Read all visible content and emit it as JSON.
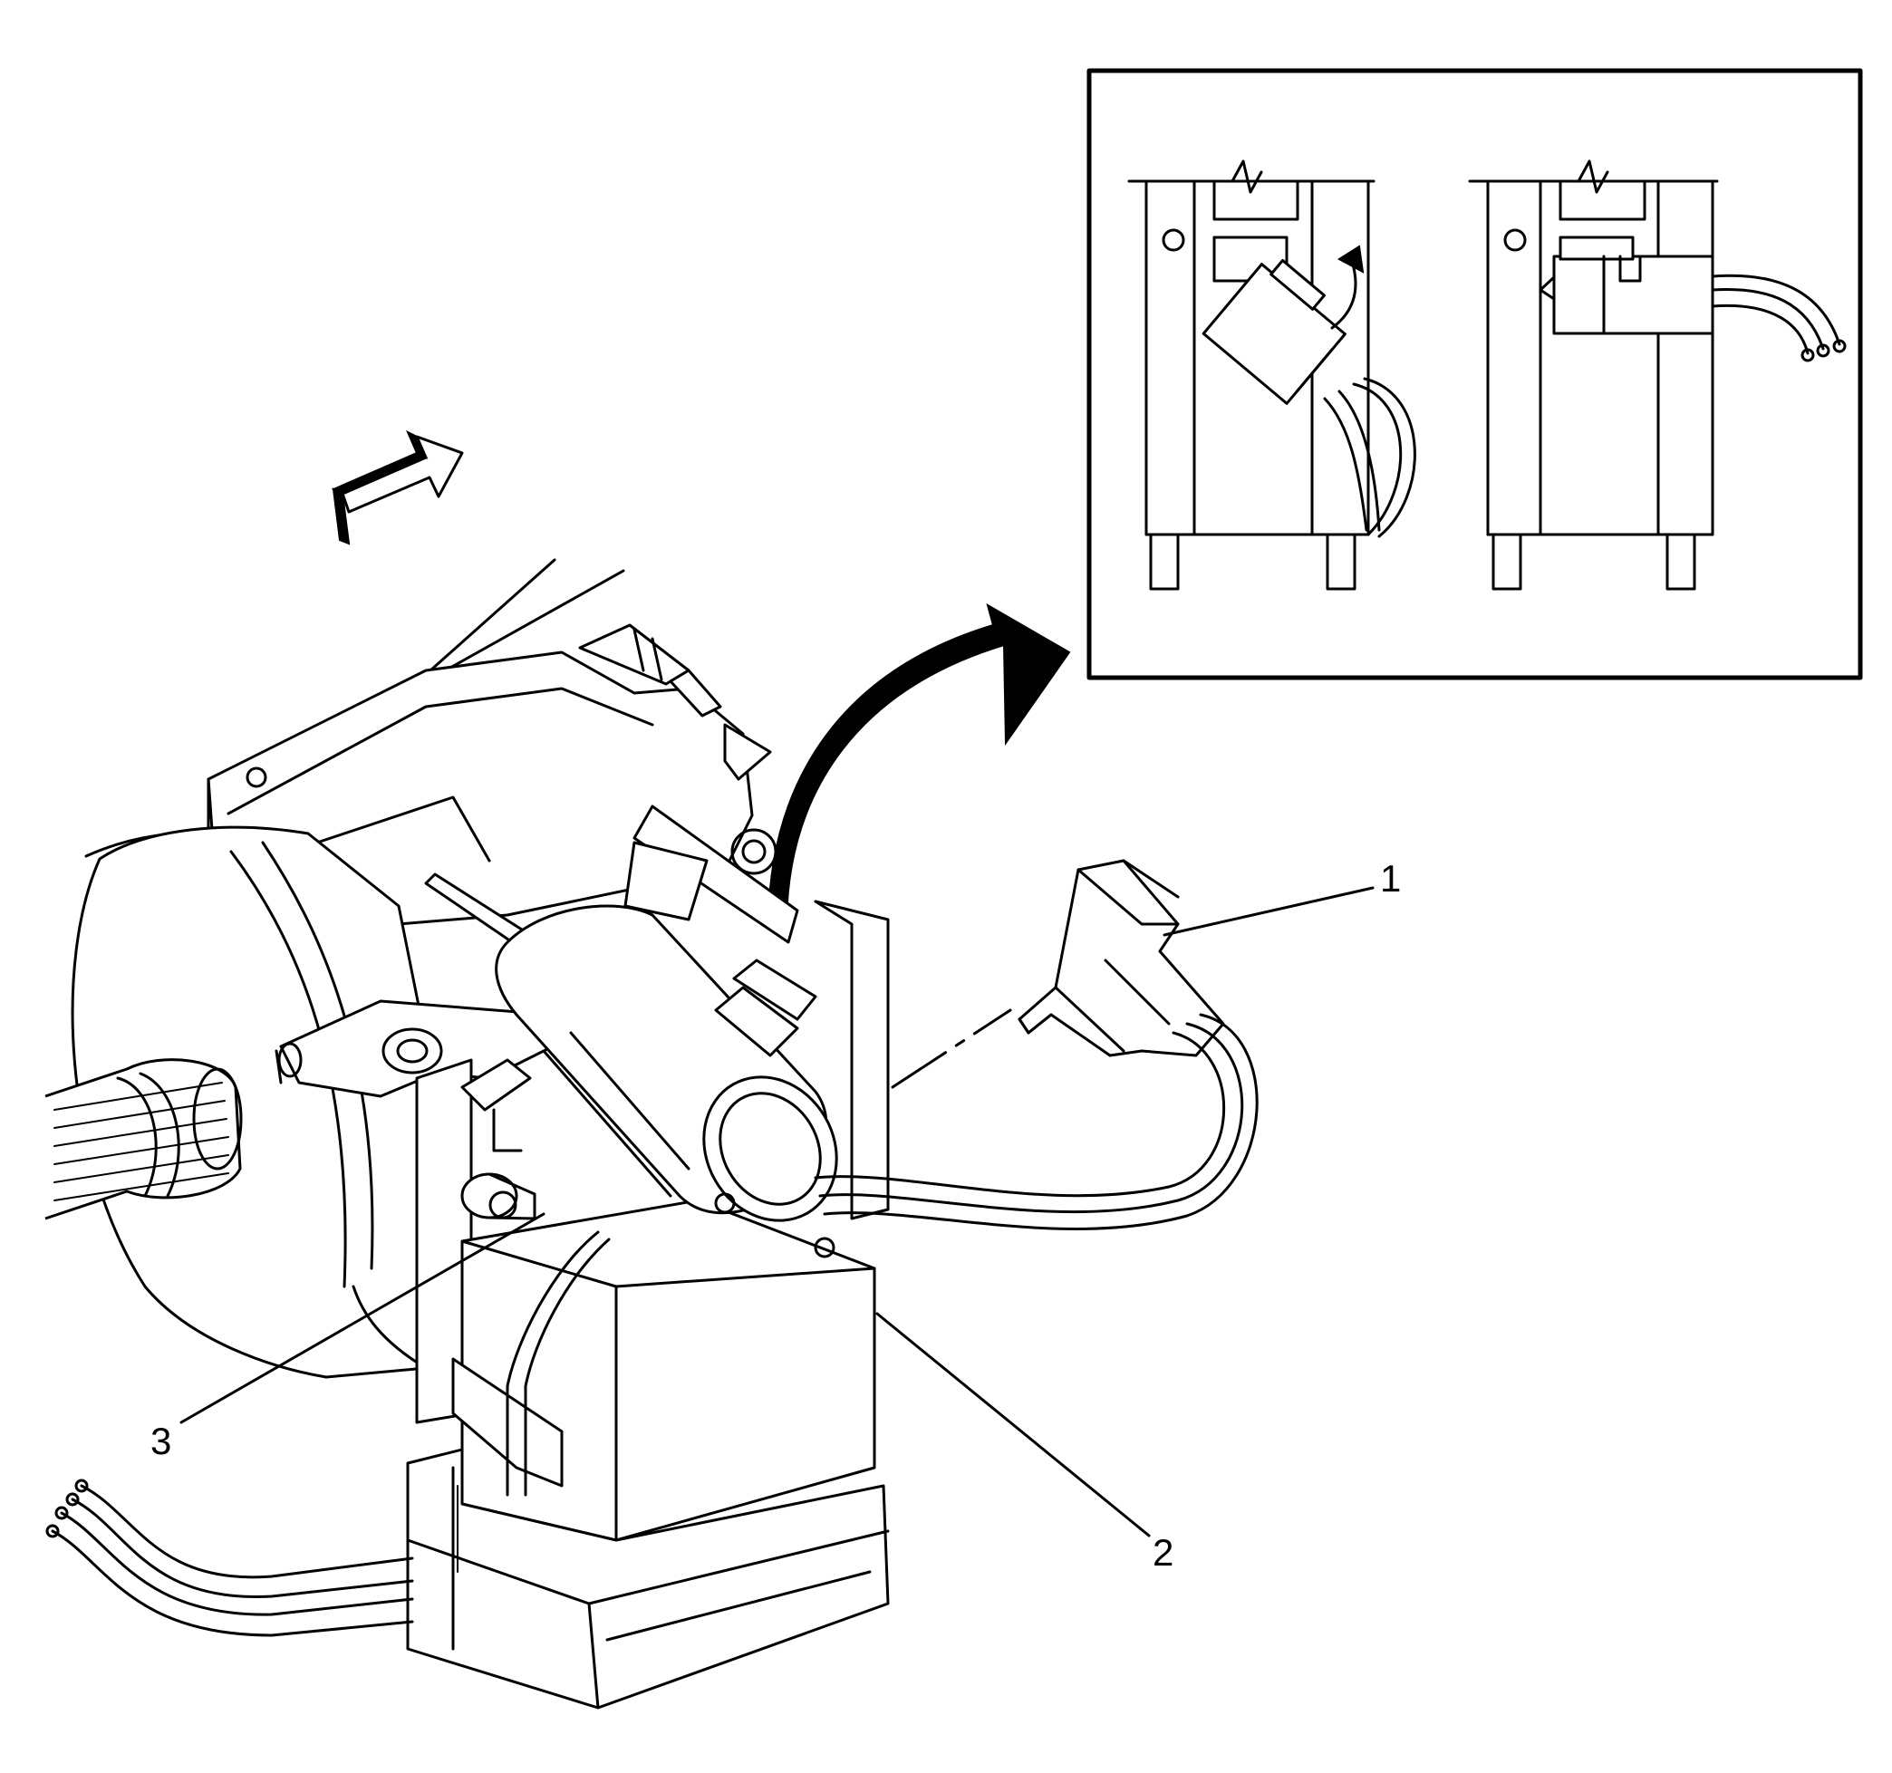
{
  "callouts": [
    {
      "id": "1",
      "label": "1"
    },
    {
      "id": "2",
      "label": "2"
    },
    {
      "id": "3",
      "label": "3"
    }
  ],
  "icons": {
    "direction_arrow": "forward-arrow-icon",
    "detail_arrow": "curved-arrow-icon",
    "rotate_arrow": "rotate-arrow-icon"
  },
  "colors": {
    "line": "#000000",
    "background": "#ffffff"
  }
}
